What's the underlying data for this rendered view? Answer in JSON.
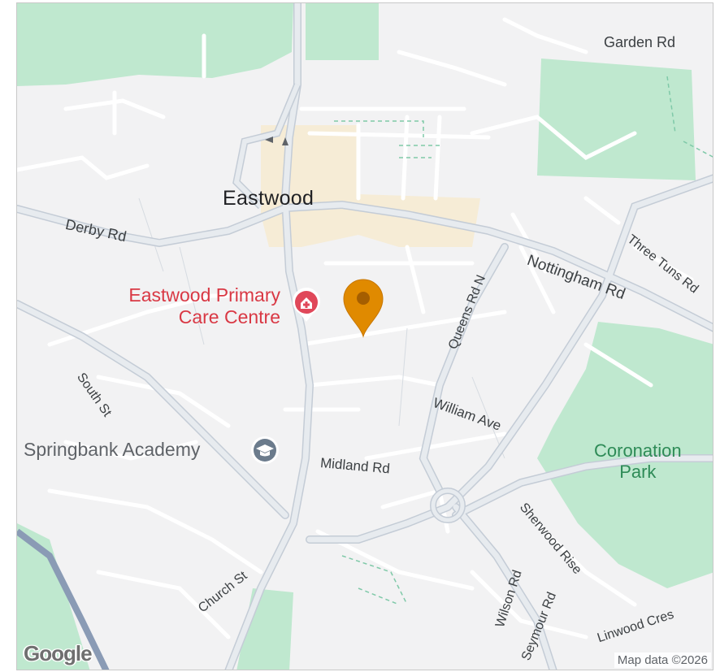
{
  "map": {
    "town_label": "Eastwood",
    "roads": {
      "garden_rd": "Garden Rd",
      "derby_rd": "Derby Rd",
      "nottingham_rd": "Nottingham Rd",
      "three_tuns_rd": "Three Tuns Rd",
      "queens_rd_n": "Queens Rd N",
      "south_st": "South St",
      "william_ave": "William Ave",
      "midland_rd": "Midland Rd",
      "church_st": "Church St",
      "sherwood_rise": "Sherwood Rise",
      "wilson_rd": "Wilson Rd",
      "seymour_rd": "Seymour Rd",
      "linwood_cres": "Linwood Cres"
    },
    "pois": {
      "primary_care": {
        "name": "Eastwood Primary Care Centre",
        "line1": "Eastwood Primary",
        "line2": "Care Centre",
        "icon": "hospital-icon",
        "color": "#d93844"
      },
      "academy": {
        "name": "Springbank Academy",
        "icon": "school-icon",
        "color": "#6b7b8c"
      },
      "park": {
        "line1": "Coronation",
        "line2": "Park",
        "color": "#2e8b57"
      }
    },
    "marker": {
      "icon": "location-pin-icon",
      "color": "#e08a00"
    },
    "attribution": "Map data ©2026",
    "logo": "Google"
  }
}
